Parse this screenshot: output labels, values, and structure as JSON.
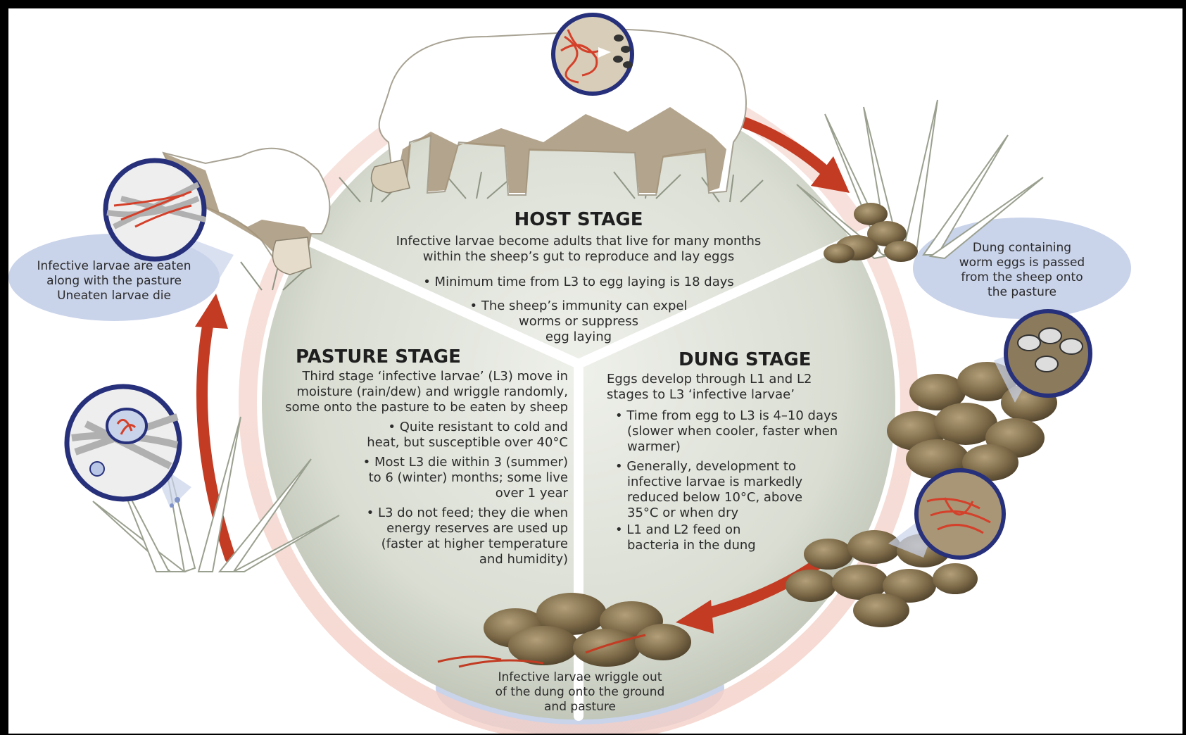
{
  "host": {
    "heading": "HOST STAGE",
    "intro": [
      "Infective larvae become adults that live for many months",
      "within the sheep’s gut to reproduce and lay eggs"
    ],
    "bullet1": "• Minimum time from L3 to egg laying is 18 days",
    "bullet2": [
      "• The sheep’s immunity can expel",
      "worms or suppress",
      "egg laying"
    ]
  },
  "pasture": {
    "heading": "PASTURE STAGE",
    "intro": [
      "Third stage ‘infective larvae’ (L3) move in",
      "moisture (rain/dew) and wriggle randomly,",
      "some onto the pasture to be eaten by sheep"
    ],
    "bullet1": [
      "• Quite resistant to cold and",
      "heat, but susceptible over 40°C"
    ],
    "bullet2": [
      "• Most L3 die within 3 (summer)",
      "to 6 (winter) months; some live",
      "over 1 year"
    ],
    "bullet3": [
      "• L3 do not feed; they die when",
      "energy reserves are used up",
      "(faster at higher temperature",
      "and humidity)"
    ]
  },
  "dung": {
    "heading": "DUNG STAGE",
    "intro": [
      "Eggs develop through L1 and L2",
      "stages to L3 ‘infective larvae’"
    ],
    "bullet1": [
      "• Time from egg to L3 is 4–10 days",
      "(slower when cooler, faster when",
      "warmer)"
    ],
    "bullet2": [
      "• Generally, development to",
      "infective larvae is markedly",
      "reduced below 10°C, above",
      "35°C or when dry"
    ],
    "bullet3": [
      "• L1 and L2 feed on",
      "bacteria in the dung"
    ]
  },
  "callouts": {
    "eaten": [
      "Infective larvae are eaten",
      "along with the pasture",
      "Uneaten larvae die"
    ],
    "dung_passed": [
      "Dung containing",
      "worm eggs is passed",
      "from the sheep onto",
      "the pasture"
    ],
    "wriggle_out": [
      "Infective larvae wriggle out",
      "of the dung onto the ground",
      "and pasture"
    ]
  },
  "icons": {
    "worms_to_eggs": "worms-to-eggs-magnifier-icon",
    "eggs": "eggs-magnifier-icon",
    "larvae_in_dung": "larvae-in-dung-magnifier-icon",
    "larvae_on_grass": "larvae-on-grass-magnifier-icon",
    "larvae_in_dew": "larvae-in-dewdrop-magnifier-icon"
  },
  "colors": {
    "arrow": "#c23b22",
    "stage_disc": "#d3d8cc",
    "callout_bubble": "#c9d3ea",
    "magnifier_ring": "#27307a",
    "dung": "#7d6a48"
  }
}
